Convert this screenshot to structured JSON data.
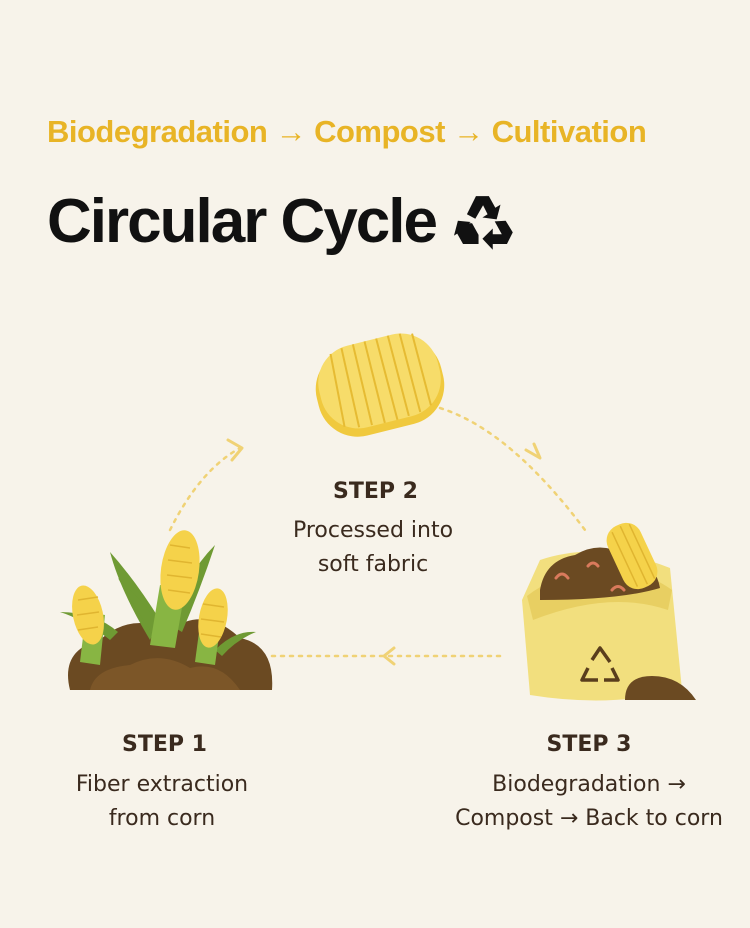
{
  "header": {
    "subtitle": "Biodegradation → Compost → Cultivation",
    "title": "Circular Cycle"
  },
  "steps": [
    {
      "label": "STEP 1",
      "description": "Fiber extraction\nfrom corn"
    },
    {
      "label": "STEP 2",
      "description": "Processed into\nsoft fabric"
    },
    {
      "label": "STEP 3",
      "description": "Biodegradation →\nCompost → Back to corn"
    }
  ],
  "colors": {
    "accent": "#e8b426",
    "title": "#111111",
    "text": "#3a2a1e",
    "soil": "#6b4a22",
    "corn": "#f5d24a",
    "leaf": "#7aa83a",
    "background": "#f7f3ea"
  },
  "icons": [
    "recycle-icon",
    "corn-field-illustration",
    "fabric-roll-illustration",
    "compost-bag-illustration"
  ]
}
